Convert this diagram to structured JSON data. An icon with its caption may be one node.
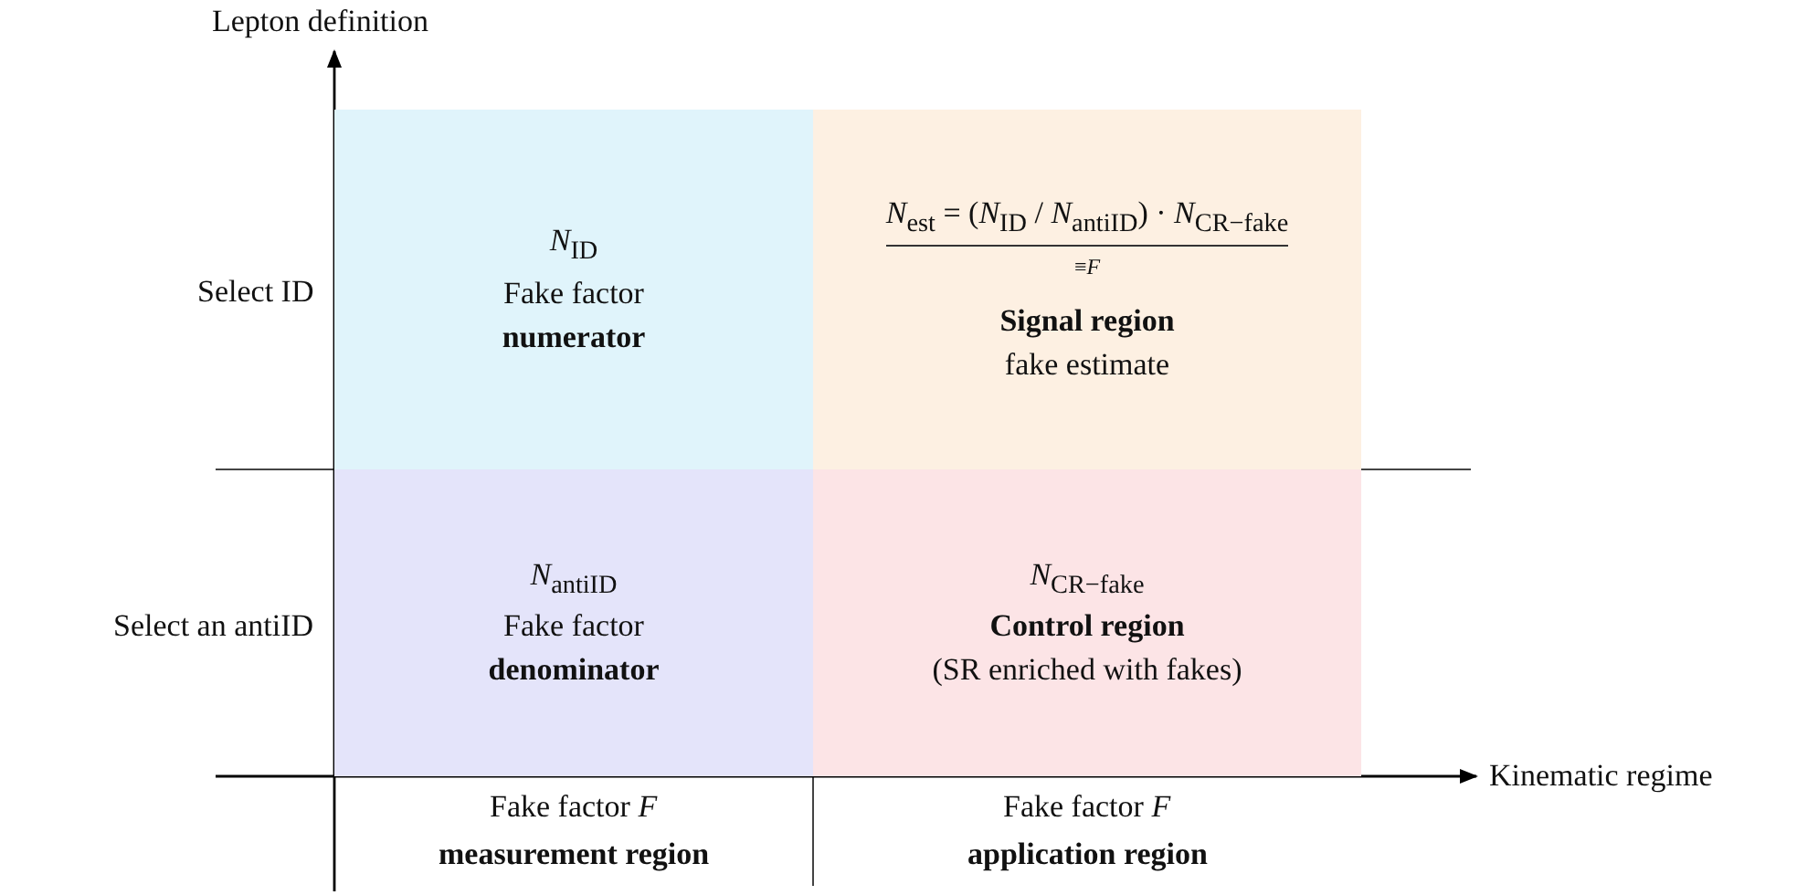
{
  "diagram": {
    "nodes": [
      {
        "text": [
          "*N*$_{ID}$",
          "Fake factor",
          "numerator"
        ]
      },
      {
        "text": [
          "*N*$_{est}$ = (*N*$_{ID}$ / *N*$_{antiID}$) · *N*$_{CR−fake}$",
          "≡*F*",
          "Signal region",
          "fake estimate"
        ]
      },
      {
        "text": [
          "*N*$_{antiID}$",
          "Fake factor",
          "denominator"
        ]
      },
      {
        "text": [
          "*N*$_{CR−fake}$",
          "Control region",
          "(SR enriched with fakes)"
        ]
      }
    ],
    "labels": [
      "Lepton definition",
      "Select ID",
      "Select an antiID",
      "Kinematic regime",
      "Fake factor *F*",
      "measurement region",
      "Fake factor *F*",
      "application region"
    ]
  }
}
